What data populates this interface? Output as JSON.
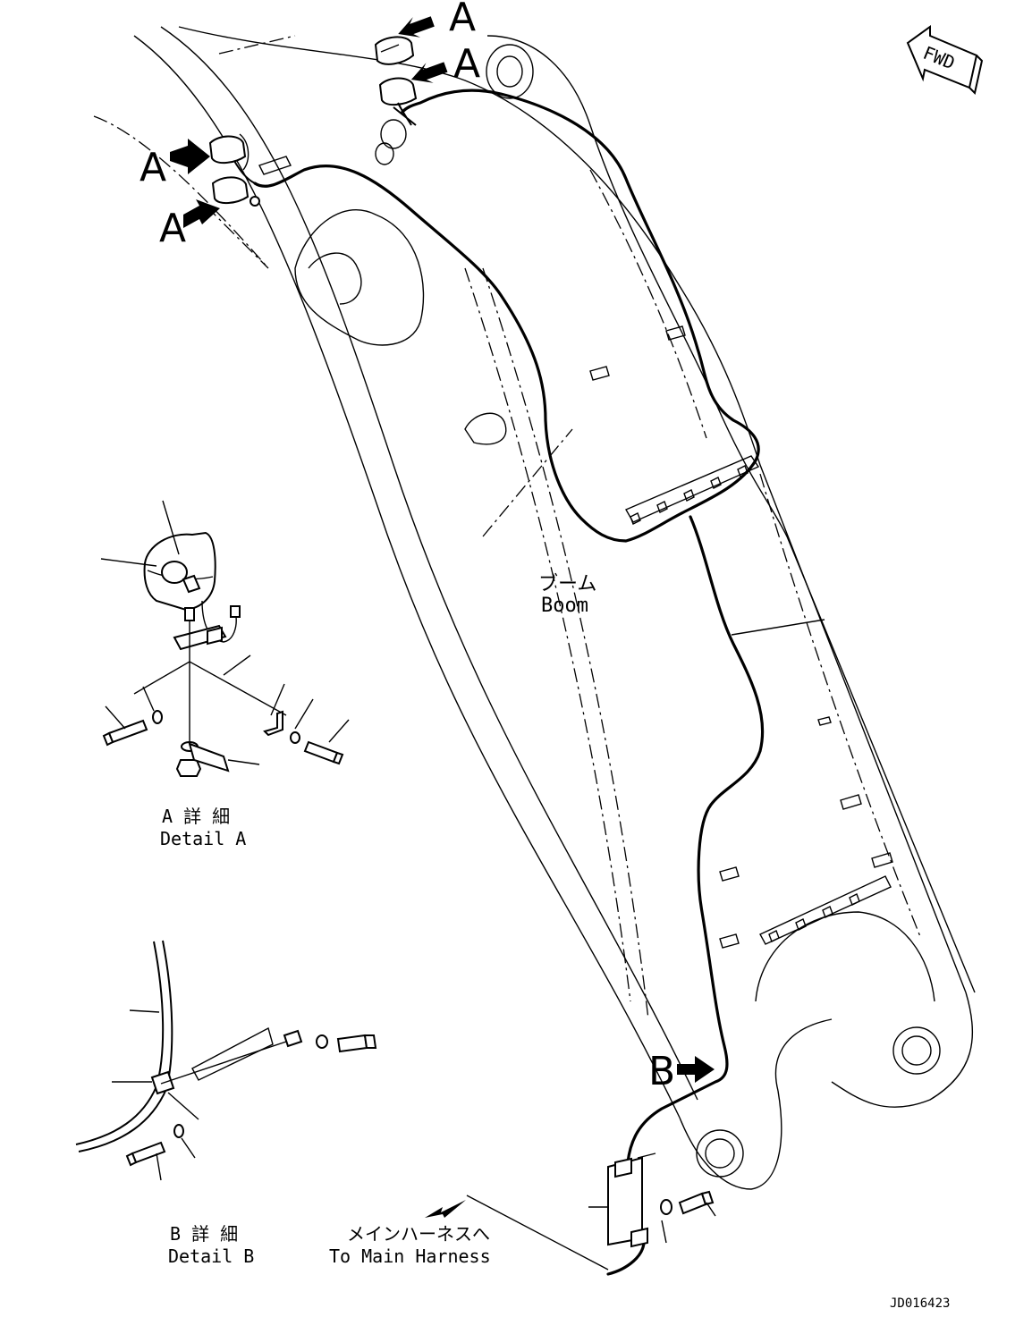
{
  "labels": {
    "arrow_a": "A",
    "arrow_b": "B",
    "fwd": "FWD",
    "boom_jp": "ブーム",
    "boom_en": "Boom",
    "detail_a_jp": "A 詳 細",
    "detail_a_en": "Detail A",
    "detail_b_jp": "B 詳 細",
    "detail_b_en": "Detail B",
    "main_harness_jp": "メインハーネスへ",
    "main_harness_en": "To Main Harness",
    "drawing_id": "JD016423"
  }
}
